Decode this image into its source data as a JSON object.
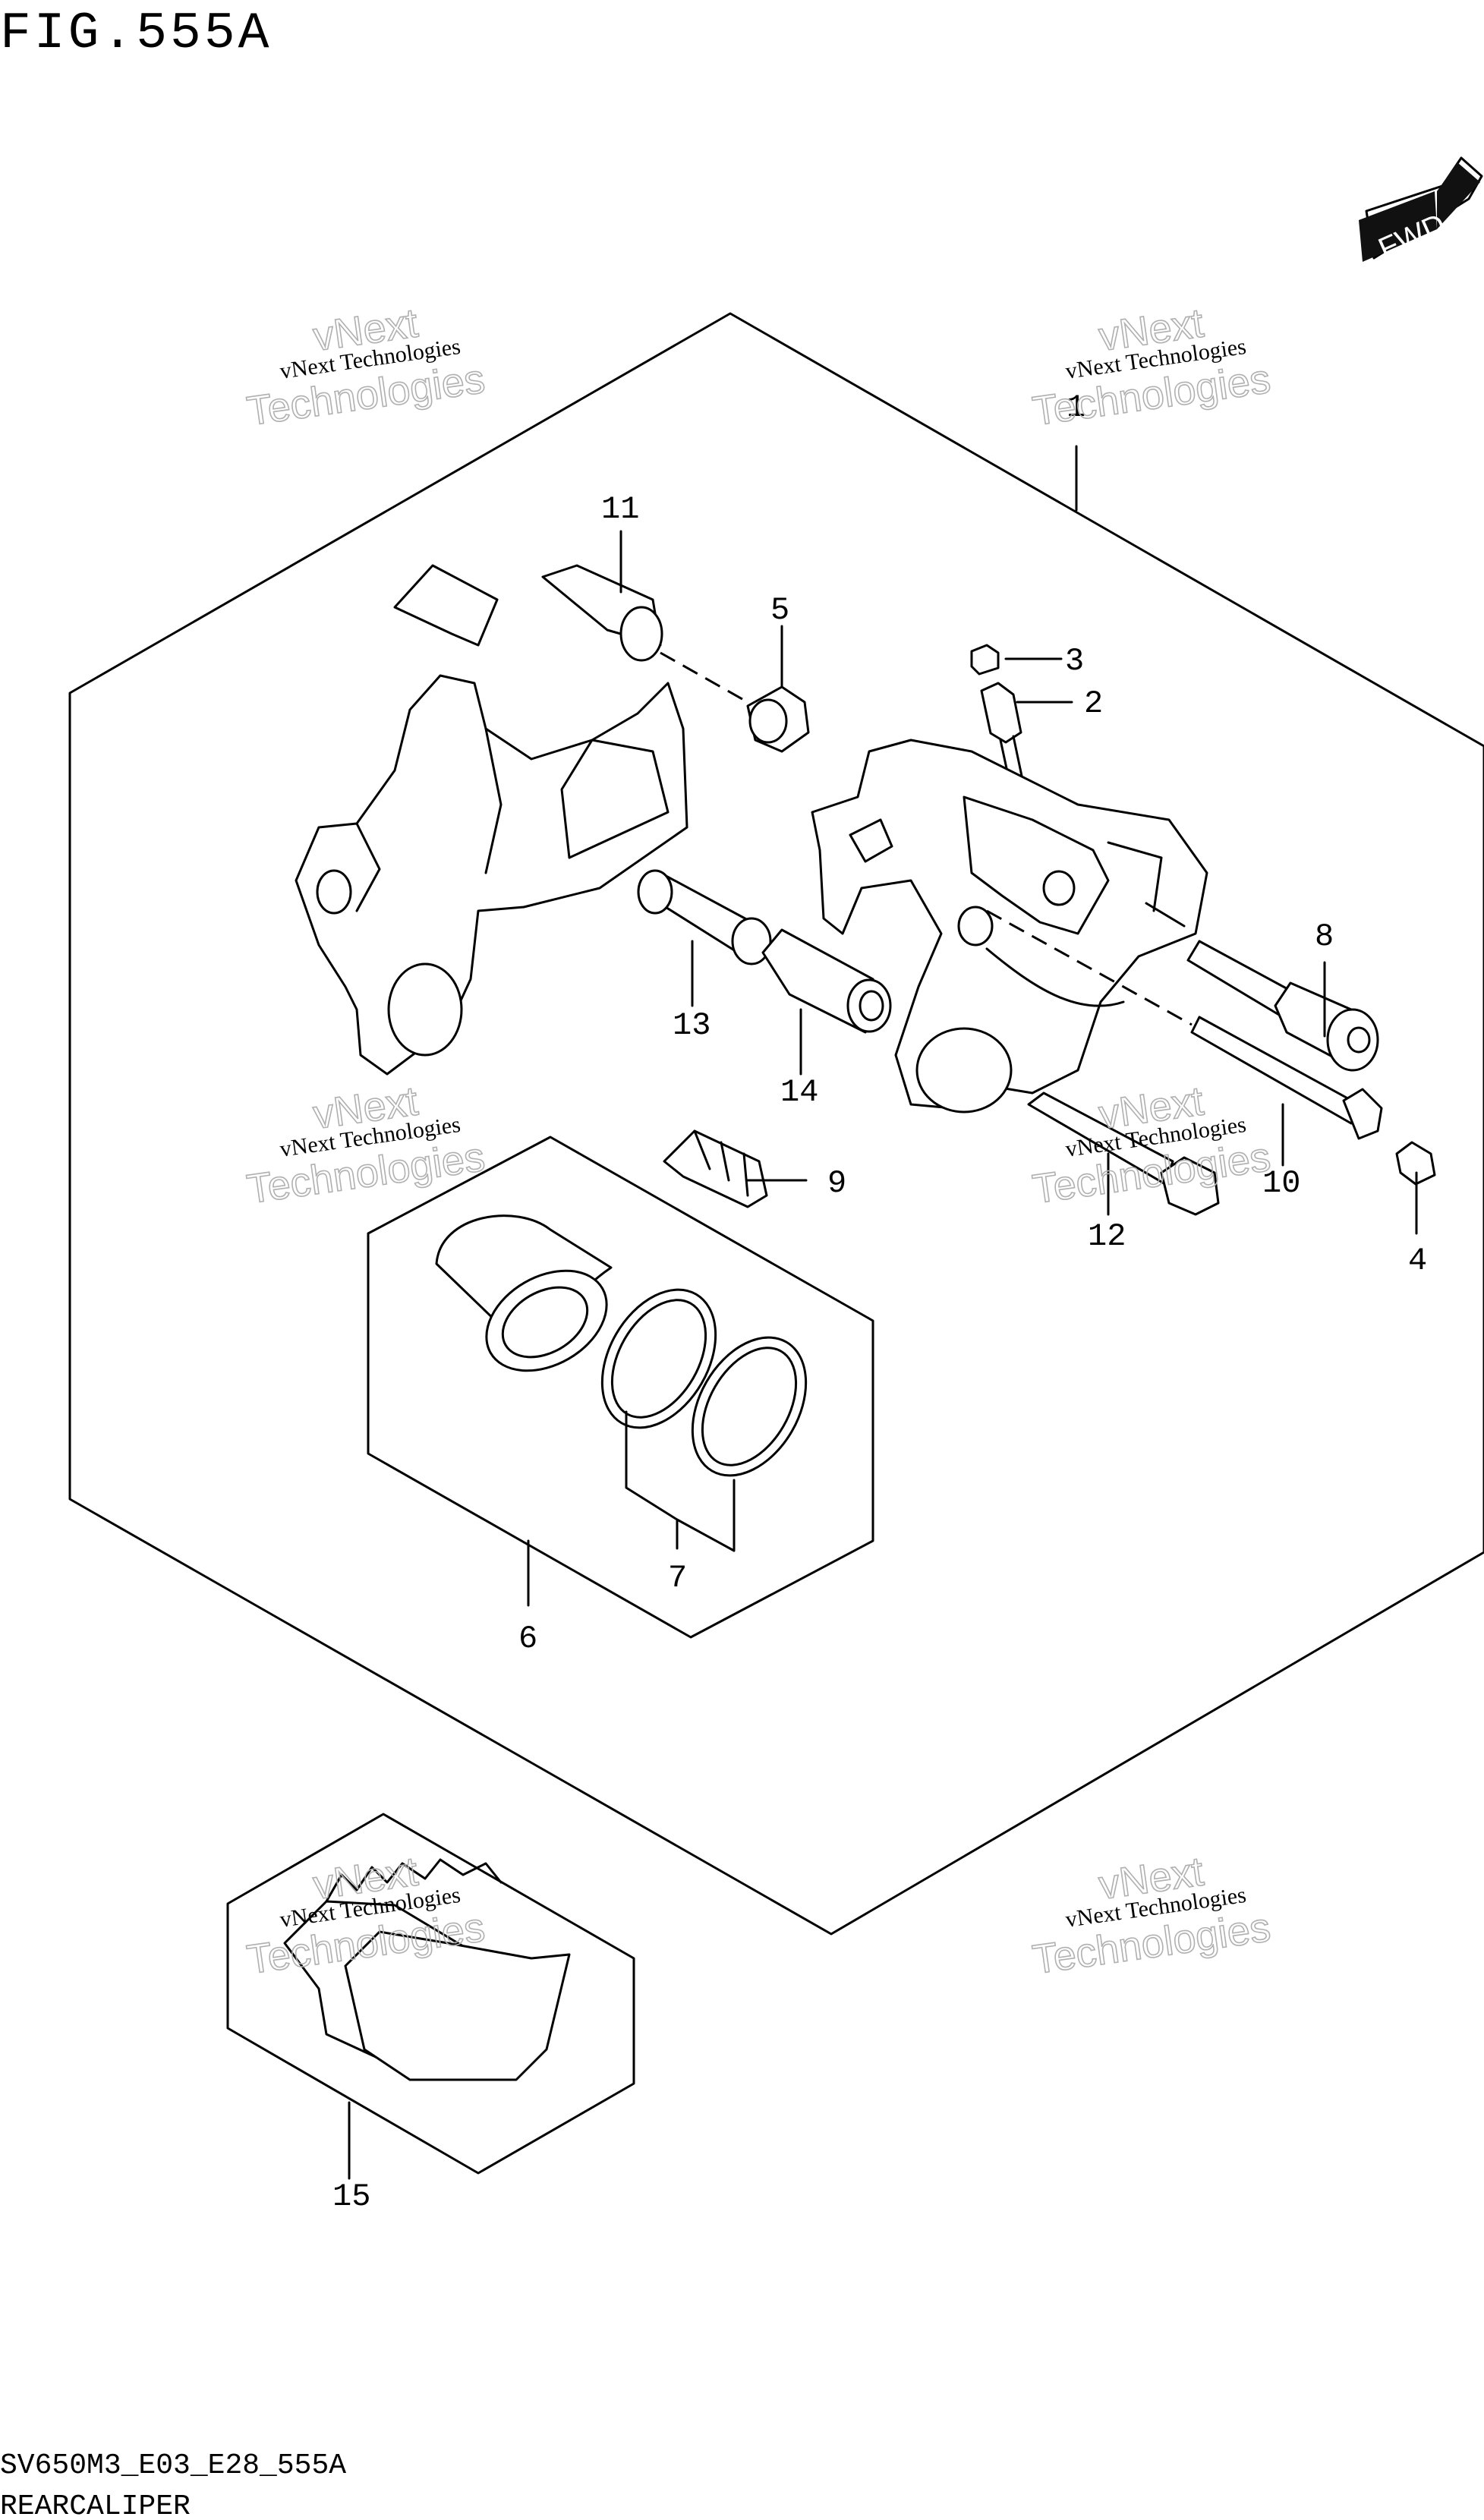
{
  "header": {
    "figure_label": "FIG.555A"
  },
  "badge": {
    "text": "FWD",
    "icon": "forward-arrow-icon"
  },
  "callouts": [
    {
      "id": "1",
      "text": "1"
    },
    {
      "id": "2",
      "text": "2"
    },
    {
      "id": "3",
      "text": "3"
    },
    {
      "id": "4",
      "text": "4"
    },
    {
      "id": "5",
      "text": "5"
    },
    {
      "id": "6",
      "text": "6"
    },
    {
      "id": "7",
      "text": "7"
    },
    {
      "id": "8",
      "text": "8"
    },
    {
      "id": "9",
      "text": "9"
    },
    {
      "id": "10",
      "text": "10"
    },
    {
      "id": "11",
      "text": "11"
    },
    {
      "id": "12",
      "text": "12"
    },
    {
      "id": "13",
      "text": "13"
    },
    {
      "id": "14",
      "text": "14"
    },
    {
      "id": "15",
      "text": "15"
    }
  ],
  "watermark": {
    "line1": "vNext Technologies",
    "line2": "vNext",
    "line3": "Technologies"
  },
  "footer": {
    "code": "SV650M3_E03_E28_555A",
    "title": "REARCALIPER"
  }
}
